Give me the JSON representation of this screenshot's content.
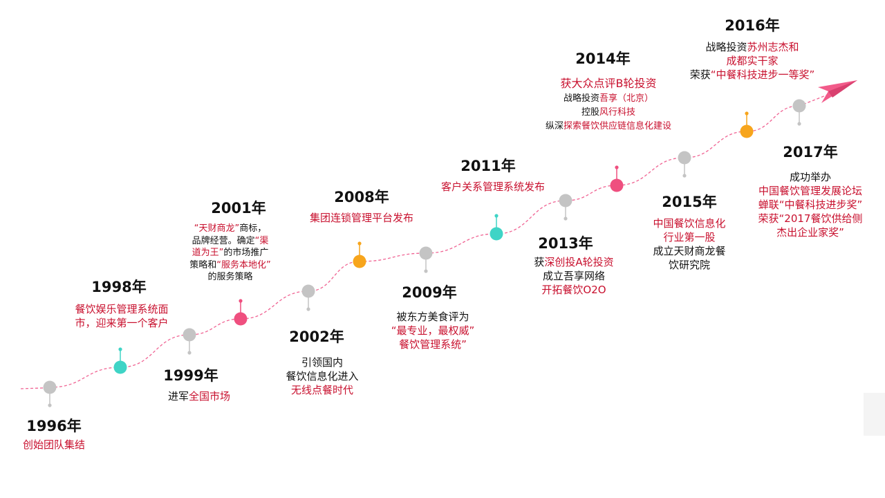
{
  "colors": {
    "accent_red": "#c8102e",
    "timeline": "#f06292",
    "gray": "#c4c4c4",
    "teal": "#3fd4c6",
    "orange": "#f7a51c",
    "pink": "#ef4f7f",
    "arrow": "#f25b8a"
  },
  "milestones": [
    {
      "year": "1996年",
      "color": "gray",
      "lines": [
        [
          {
            "t": "创始团队集结",
            "c": "r"
          }
        ]
      ]
    },
    {
      "year": "1998年",
      "color": "teal",
      "lines": [
        [
          {
            "t": "餐饮娱乐管理系统面",
            "c": "r"
          }
        ],
        [
          {
            "t": "市，迎来第一个客户",
            "c": "r"
          }
        ]
      ]
    },
    {
      "year": "1999年",
      "color": "gray",
      "lines": [
        [
          {
            "t": "进军",
            "c": "k"
          },
          {
            "t": "全国市场",
            "c": "r"
          }
        ]
      ]
    },
    {
      "year": "2001年",
      "color": "pink",
      "lines": [
        [
          {
            "t": "“天财商龙”",
            "c": "r"
          },
          {
            "t": "商标，",
            "c": "k"
          }
        ],
        [
          {
            "t": "品牌经营。确定",
            "c": "k"
          },
          {
            "t": "“渠",
            "c": "r"
          }
        ],
        [
          {
            "t": "道为王”",
            "c": "r"
          },
          {
            "t": "的市场推广",
            "c": "k"
          }
        ],
        [
          {
            "t": "策略和",
            "c": "k"
          },
          {
            "t": "“服务本地化”",
            "c": "r"
          }
        ],
        [
          {
            "t": "的服务策略",
            "c": "k"
          }
        ]
      ]
    },
    {
      "year": "2002年",
      "color": "gray",
      "lines": [
        [
          {
            "t": "引领国内",
            "c": "k"
          }
        ],
        [
          {
            "t": "餐饮信息化进入",
            "c": "k"
          }
        ],
        [
          {
            "t": "无线点餐时代",
            "c": "r"
          }
        ]
      ]
    },
    {
      "year": "2008年",
      "color": "orange",
      "lines": [
        [
          {
            "t": "集团连锁管理平台发布",
            "c": "r"
          }
        ]
      ]
    },
    {
      "year": "2009年",
      "color": "gray",
      "lines": [
        [
          {
            "t": "被东方美食评为",
            "c": "k"
          }
        ],
        [
          {
            "t": "“最专业，最权威”",
            "c": "r"
          }
        ],
        [
          {
            "t": "餐饮管理系统”",
            "c": "r"
          }
        ]
      ]
    },
    {
      "year": "2011年",
      "color": "teal",
      "lines": [
        [
          {
            "t": "客户关系管理系统发布",
            "c": "r"
          }
        ]
      ]
    },
    {
      "year": "2013年",
      "color": "gray",
      "lines": [
        [
          {
            "t": "获",
            "c": "k"
          },
          {
            "t": "深创投A轮投资",
            "c": "r"
          }
        ],
        [
          {
            "t": "成立吾享网络",
            "c": "k"
          }
        ],
        [
          {
            "t": "开拓餐饮O2O",
            "c": "r"
          }
        ]
      ]
    },
    {
      "year": "2014年",
      "color": "pink",
      "lines": [
        [
          {
            "t": "获大众点评B轮投资",
            "c": "r"
          }
        ],
        [
          {
            "t": "战略投资",
            "c": "k"
          },
          {
            "t": "吾享（北京）",
            "c": "r"
          }
        ],
        [
          {
            "t": "控股",
            "c": "k"
          },
          {
            "t": "风行科技",
            "c": "r"
          }
        ],
        [
          {
            "t": "纵深",
            "c": "k"
          },
          {
            "t": "探索餐饮供应链信息化建设",
            "c": "r"
          }
        ]
      ]
    },
    {
      "year": "2015年",
      "color": "gray",
      "lines": [
        [
          {
            "t": "中国餐饮信息化",
            "c": "r"
          }
        ],
        [
          {
            "t": "行业第一股",
            "c": "r"
          }
        ],
        [
          {
            "t": "成立天财商龙餐",
            "c": "k"
          }
        ],
        [
          {
            "t": "饮研究院",
            "c": "k"
          }
        ]
      ]
    },
    {
      "year": "2016年",
      "color": "orange",
      "lines": [
        [
          {
            "t": "战略投资",
            "c": "k"
          },
          {
            "t": "苏州志杰和",
            "c": "r"
          }
        ],
        [
          {
            "t": "成都实干家",
            "c": "r"
          }
        ],
        [
          {
            "t": "荣获",
            "c": "k"
          },
          {
            "t": "“中餐科技进步一等奖”",
            "c": "r"
          }
        ]
      ]
    },
    {
      "year": "2017年",
      "color": "gray",
      "lines": [
        [
          {
            "t": "成功举办",
            "c": "k"
          }
        ],
        [
          {
            "t": "中国餐饮管理发展论坛",
            "c": "r"
          }
        ],
        [
          {
            "t": "蝉联“中餐科技进步奖”",
            "c": "r"
          }
        ],
        [
          {
            "t": "荣获“2017餐饮供给侧",
            "c": "r"
          }
        ],
        [
          {
            "t": "杰出企业家奖”",
            "c": "r"
          }
        ]
      ]
    }
  ]
}
